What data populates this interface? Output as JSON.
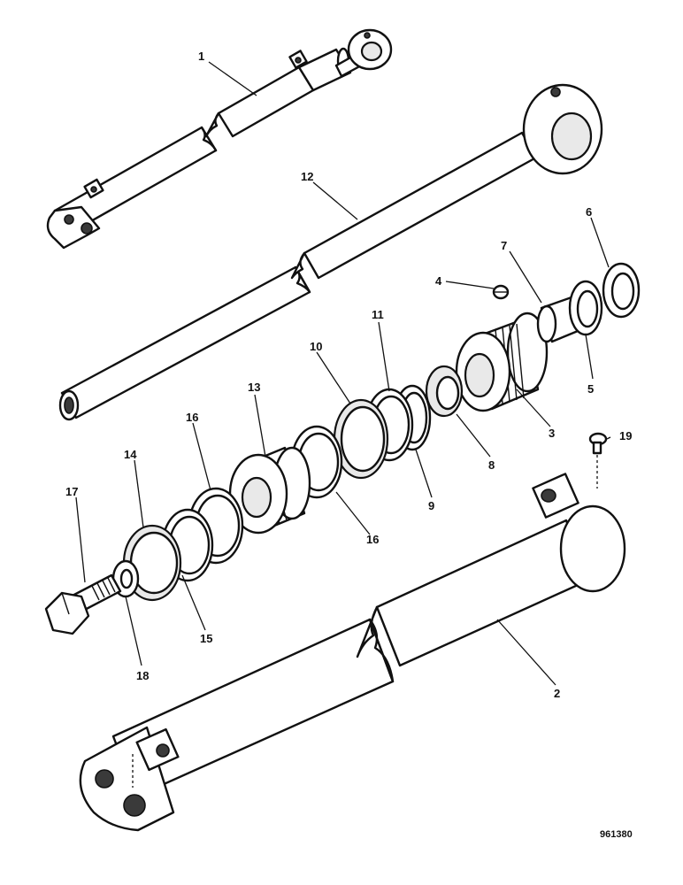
{
  "callouts": {
    "c1": "1",
    "c2": "2",
    "c3": "3",
    "c4": "4",
    "c5": "5",
    "c6": "6",
    "c7": "7",
    "c8": "8",
    "c9": "9",
    "c10": "10",
    "c11": "11",
    "c12": "12",
    "c13": "13",
    "c14": "14",
    "c15": "15",
    "c16a": "16",
    "c16b": "16",
    "c17": "17",
    "c18": "18",
    "c19": "19"
  },
  "reference_number": "961380"
}
